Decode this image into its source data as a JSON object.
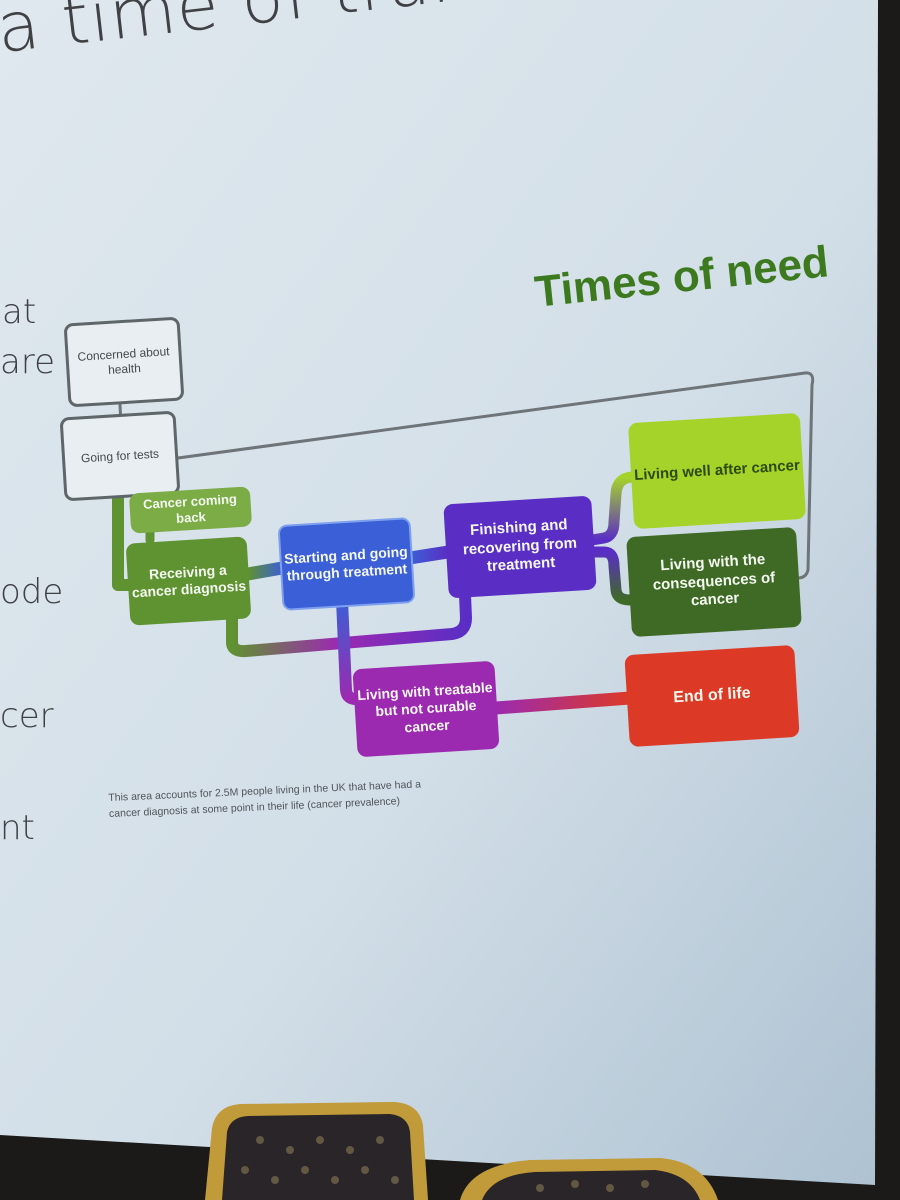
{
  "slide": {
    "title": "a time of transitio",
    "side_fragments": [
      "at",
      "are",
      "ode",
      "cer",
      "nt"
    ]
  },
  "diagram": {
    "heading": "Times of need",
    "nodes": {
      "concerned": "Concerned about health",
      "tests": "Going for tests",
      "coming_back": "Cancer coming back",
      "diagnosis": "Receiving a cancer diagnosis",
      "treatment": "Starting and going through treatment",
      "recovering": "Finishing and recovering from treatment",
      "living_well": "Living well after cancer",
      "consequences": "Living with the consequences of cancer",
      "treatable": "Living with treatable but not curable cancer",
      "end_of_life": "End of life"
    },
    "footnote": "This area accounts for 2.5M people living in the UK that have had a cancer diagnosis at some point in their life (cancer prevalence)",
    "colors": {
      "green": "#5f9230",
      "light_green": "#a6d32a",
      "dark_green": "#3e6a25",
      "blue": "#3b5fd6",
      "purple": "#5a2ec4",
      "magenta": "#9c2ab0",
      "red": "#dc3a26",
      "title_green": "#3d7a1f"
    }
  }
}
